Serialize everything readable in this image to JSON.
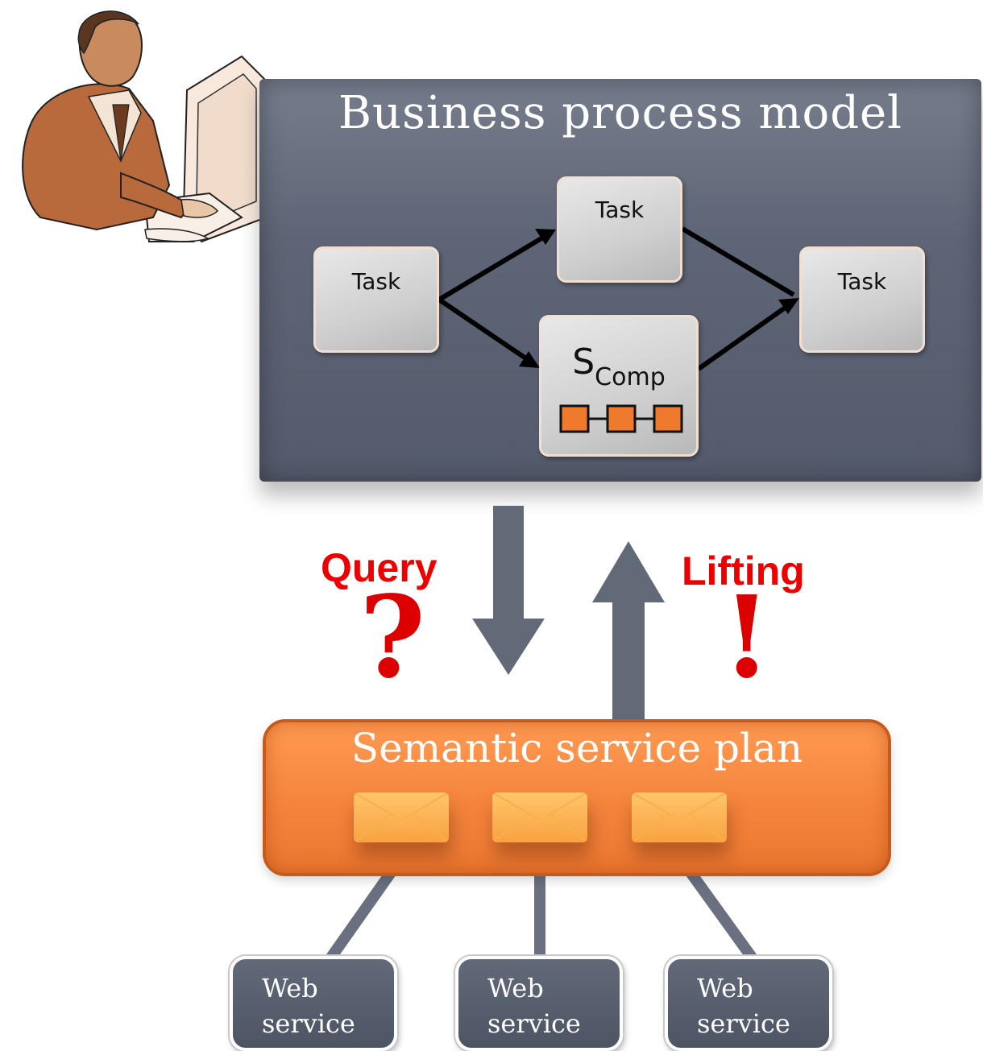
{
  "bpm": {
    "title": "Business process model",
    "tasks": [
      {
        "label": "Task"
      },
      {
        "label": "Task"
      },
      {
        "label": "Task"
      }
    ],
    "composite": {
      "main": "S",
      "sub": "Comp"
    }
  },
  "interaction": {
    "query_label": "Query",
    "query_glyph": "?",
    "lifting_label": "Lifting",
    "lifting_glyph": "!"
  },
  "plan": {
    "title": "Semantic service plan"
  },
  "web_services": [
    {
      "line1": "Web",
      "line2": "service"
    },
    {
      "line1": "Web",
      "line2": "service"
    },
    {
      "line1": "Web",
      "line2": "service"
    }
  ],
  "colors": {
    "panel": "#5e6576",
    "plan": "#f4843c",
    "accent_red": "#ee0000",
    "connector": "#6a7080"
  },
  "icons": [
    "person-at-computer-icon",
    "question-mark-icon",
    "exclamation-mark-icon"
  ]
}
